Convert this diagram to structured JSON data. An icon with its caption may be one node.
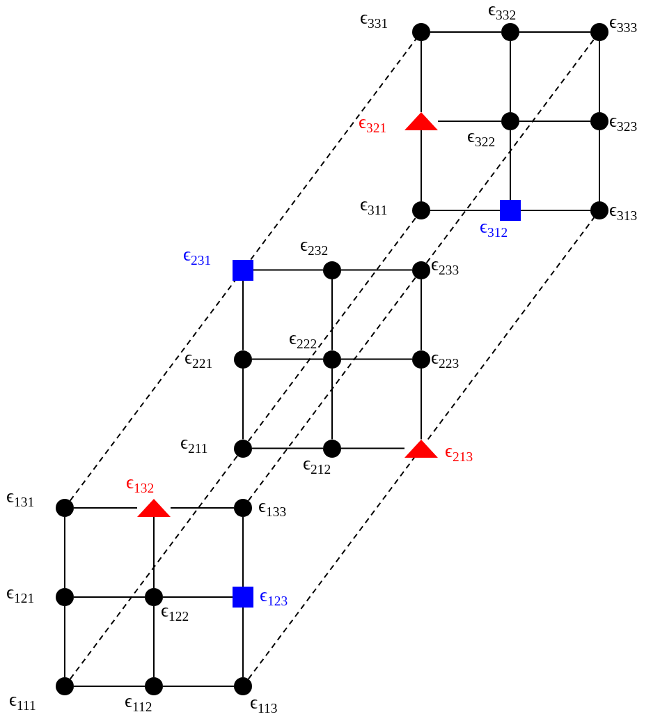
{
  "diagram": {
    "nodes": [
      {
        "text": [],
        "shape": "circle",
        "beside": [
          "ϵ$_{111}$"
        ]
      },
      {
        "text": [],
        "shape": "circle",
        "beside": [
          "ϵ$_{112}$"
        ]
      },
      {
        "text": [],
        "shape": "circle",
        "beside": [
          "ϵ$_{113}$"
        ]
      },
      {
        "text": [],
        "shape": "circle",
        "beside": [
          "ϵ$_{121}$"
        ]
      },
      {
        "text": [],
        "shape": "circle",
        "beside": [
          "ϵ$_{122}$"
        ]
      },
      {
        "text": [],
        "shape": "box",
        "beside": [
          "ϵ$_{123}$"
        ]
      },
      {
        "text": [],
        "shape": "circle",
        "beside": [
          "ϵ$_{131}$"
        ]
      },
      {
        "text": [],
        "shape": "triangle",
        "beside": [
          "ϵ$_{132}$"
        ]
      },
      {
        "text": [],
        "shape": "circle",
        "beside": [
          "ϵ$_{133}$"
        ]
      },
      {
        "text": [],
        "shape": "circle",
        "beside": [
          "ϵ$_{211}$"
        ]
      },
      {
        "text": [],
        "shape": "circle",
        "beside": [
          "ϵ$_{212}$"
        ]
      },
      {
        "text": [],
        "shape": "triangle",
        "beside": [
          "ϵ$_{213}$"
        ]
      },
      {
        "text": [],
        "shape": "circle",
        "beside": [
          "ϵ$_{221}$"
        ]
      },
      {
        "text": [],
        "shape": "circle",
        "beside": [
          "ϵ$_{222}$"
        ]
      },
      {
        "text": [],
        "shape": "circle",
        "beside": [
          "ϵ$_{223}$"
        ]
      },
      {
        "text": [],
        "shape": "box",
        "beside": [
          "ϵ$_{231}$"
        ]
      },
      {
        "text": [],
        "shape": "circle",
        "beside": [
          "ϵ$_{232}$"
        ]
      },
      {
        "text": [],
        "shape": "circle",
        "beside": [
          "ϵ$_{233}$"
        ]
      },
      {
        "text": [],
        "shape": "circle",
        "beside": [
          "ϵ$_{311}$"
        ]
      },
      {
        "text": [],
        "shape": "box",
        "beside": [
          "ϵ$_{312}$"
        ]
      },
      {
        "text": [],
        "shape": "circle",
        "beside": [
          "ϵ$_{313}$"
        ]
      },
      {
        "text": [],
        "shape": "triangle",
        "beside": [
          "ϵ$_{321}$"
        ]
      },
      {
        "text": [],
        "shape": "circle",
        "beside": [
          "ϵ$_{322}$"
        ]
      },
      {
        "text": [],
        "shape": "circle",
        "beside": [
          "ϵ$_{323}$"
        ]
      },
      {
        "text": [],
        "shape": "circle",
        "beside": [
          "ϵ$_{331}$"
        ]
      },
      {
        "text": [],
        "shape": "circle",
        "beside": [
          "ϵ$_{332}$"
        ]
      },
      {
        "text": [],
        "shape": "circle",
        "beside": [
          "ϵ$_{333}$"
        ]
      }
    ],
    "edges": [
      {
        "from": 0,
        "to": 1,
        "arrow": "none"
      },
      {
        "from": 1,
        "to": 2,
        "arrow": "none"
      },
      {
        "from": 3,
        "to": 4,
        "arrow": "none"
      },
      {
        "from": 4,
        "to": 5,
        "arrow": "none"
      },
      {
        "from": 6,
        "to": 7,
        "arrow": "none"
      },
      {
        "from": 7,
        "to": 8,
        "arrow": "none"
      },
      {
        "from": 0,
        "to": 3,
        "arrow": "none"
      },
      {
        "from": 3,
        "to": 6,
        "arrow": "none"
      },
      {
        "from": 1,
        "to": 4,
        "arrow": "none"
      },
      {
        "from": 4,
        "to": 7,
        "arrow": "none"
      },
      {
        "from": 2,
        "to": 5,
        "arrow": "none"
      },
      {
        "from": 5,
        "to": 8,
        "arrow": "none"
      },
      {
        "from": 9,
        "to": 10,
        "arrow": "none"
      },
      {
        "from": 10,
        "to": 11,
        "arrow": "none"
      },
      {
        "from": 12,
        "to": 13,
        "arrow": "none"
      },
      {
        "from": 13,
        "to": 14,
        "arrow": "none"
      },
      {
        "from": 15,
        "to": 16,
        "arrow": "none"
      },
      {
        "from": 16,
        "to": 17,
        "arrow": "none"
      },
      {
        "from": 9,
        "to": 12,
        "arrow": "none"
      },
      {
        "from": 12,
        "to": 15,
        "arrow": "none"
      },
      {
        "from": 10,
        "to": 13,
        "arrow": "none"
      },
      {
        "from": 13,
        "to": 16,
        "arrow": "none"
      },
      {
        "from": 11,
        "to": 14,
        "arrow": "none"
      },
      {
        "from": 14,
        "to": 17,
        "arrow": "none"
      },
      {
        "from": 18,
        "to": 19,
        "arrow": "none"
      },
      {
        "from": 19,
        "to": 20,
        "arrow": "none"
      },
      {
        "from": 21,
        "to": 22,
        "arrow": "none"
      },
      {
        "from": 22,
        "to": 23,
        "arrow": "none"
      },
      {
        "from": 24,
        "to": 25,
        "arrow": "none"
      },
      {
        "from": 25,
        "to": 26,
        "arrow": "none"
      },
      {
        "from": 18,
        "to": 21,
        "arrow": "none"
      },
      {
        "from": 21,
        "to": 24,
        "arrow": "none"
      },
      {
        "from": 19,
        "to": 22,
        "arrow": "none"
      },
      {
        "from": 22,
        "to": 25,
        "arrow": "none"
      },
      {
        "from": 20,
        "to": 23,
        "arrow": "none"
      },
      {
        "from": 23,
        "to": 26,
        "arrow": "none"
      },
      {
        "from": 0,
        "to": 9,
        "arrow": "none",
        "style": "dashed"
      },
      {
        "from": 9,
        "to": 18,
        "arrow": "none",
        "style": "dashed"
      },
      {
        "from": 2,
        "to": 11,
        "arrow": "none",
        "style": "dashed"
      },
      {
        "from": 11,
        "to": 20,
        "arrow": "none",
        "style": "dashed"
      },
      {
        "from": 6,
        "to": 15,
        "arrow": "none",
        "style": "dashed"
      },
      {
        "from": 15,
        "to": 24,
        "arrow": "none",
        "style": "dashed"
      },
      {
        "from": 8,
        "to": 17,
        "arrow": "none",
        "style": "dashed"
      },
      {
        "from": 17,
        "to": 26,
        "arrow": "none",
        "style": "dashed"
      }
    ]
  }
}
